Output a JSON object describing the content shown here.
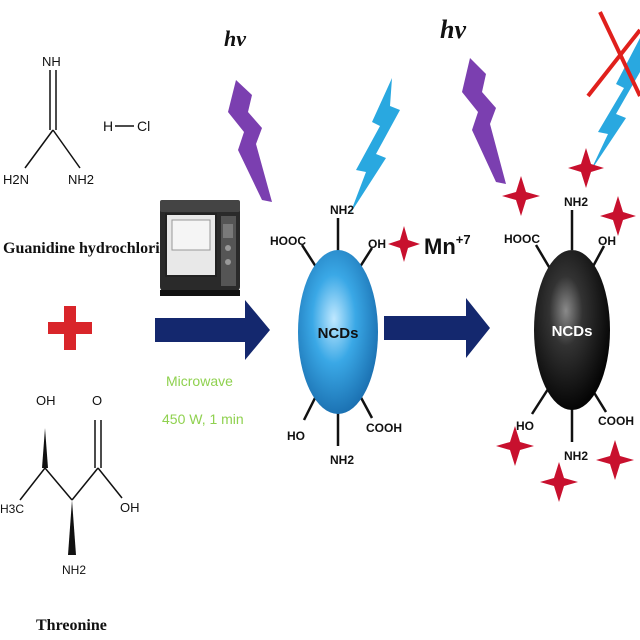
{
  "reactants": {
    "guanidine": {
      "name": "Guanidine hydrochloride",
      "atoms": {
        "nh": "NH",
        "h2n": "H2N",
        "nh2": "NH2"
      },
      "hcl": {
        "h": "H",
        "cl": "Cl"
      }
    },
    "threonine": {
      "name": "Threonine",
      "atoms": {
        "oh": "OH",
        "o": "O",
        "h3c": "H3C",
        "carboxyl_oh": "OH",
        "nh2": "NH2"
      }
    }
  },
  "process": {
    "line1": "Microwave",
    "line2": "450 W, 1 min",
    "text_color": "#8fd14f"
  },
  "light": {
    "symbol": "hv"
  },
  "ncd_fluorescent": {
    "label": "NCDs",
    "groups": {
      "nh2_top": "NH2",
      "cooh_left": "HOOC",
      "oh_right": "OH",
      "ho_left": "HO",
      "cooh_right": "COOH",
      "nh2_bottom": "NH2"
    }
  },
  "reagent": {
    "label": "Mn",
    "superscript": "+7"
  },
  "ncd_quenched": {
    "label": "NCDs",
    "groups": {
      "nh2_top": "NH2",
      "cooh_left": "HOOC",
      "oh_right": "OH",
      "ho_left": "HO",
      "cooh_right": "COOH",
      "nh2_bottom": "NH2"
    }
  },
  "colors": {
    "arrow": "#14286e",
    "plus": "#d9252a",
    "uv_bolt": "#7b3fb0",
    "fluor_bolt": "#29a8e0",
    "mn_star": "#c8102e",
    "ncd_blue": "#29a0e0",
    "ncd_black": "#1a1a1a"
  }
}
